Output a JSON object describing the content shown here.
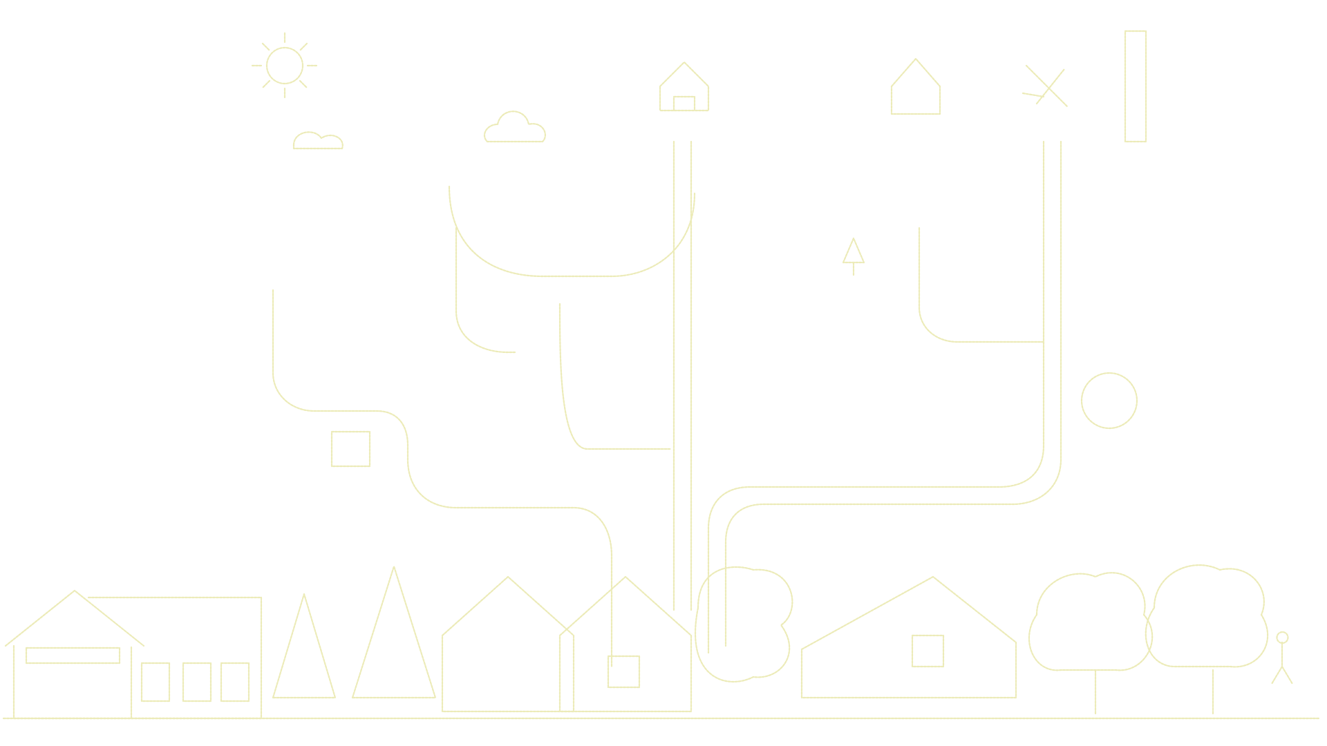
{
  "illustration": {
    "subject": "town-journey-line-art",
    "colors": {
      "background": "#ffffff",
      "line": "#ecebb8"
    },
    "icons": [
      "sun-icon",
      "cloud-icon",
      "house-icon",
      "tree-icon",
      "airplane-icon",
      "shop-building",
      "road-path",
      "person-icon"
    ]
  }
}
